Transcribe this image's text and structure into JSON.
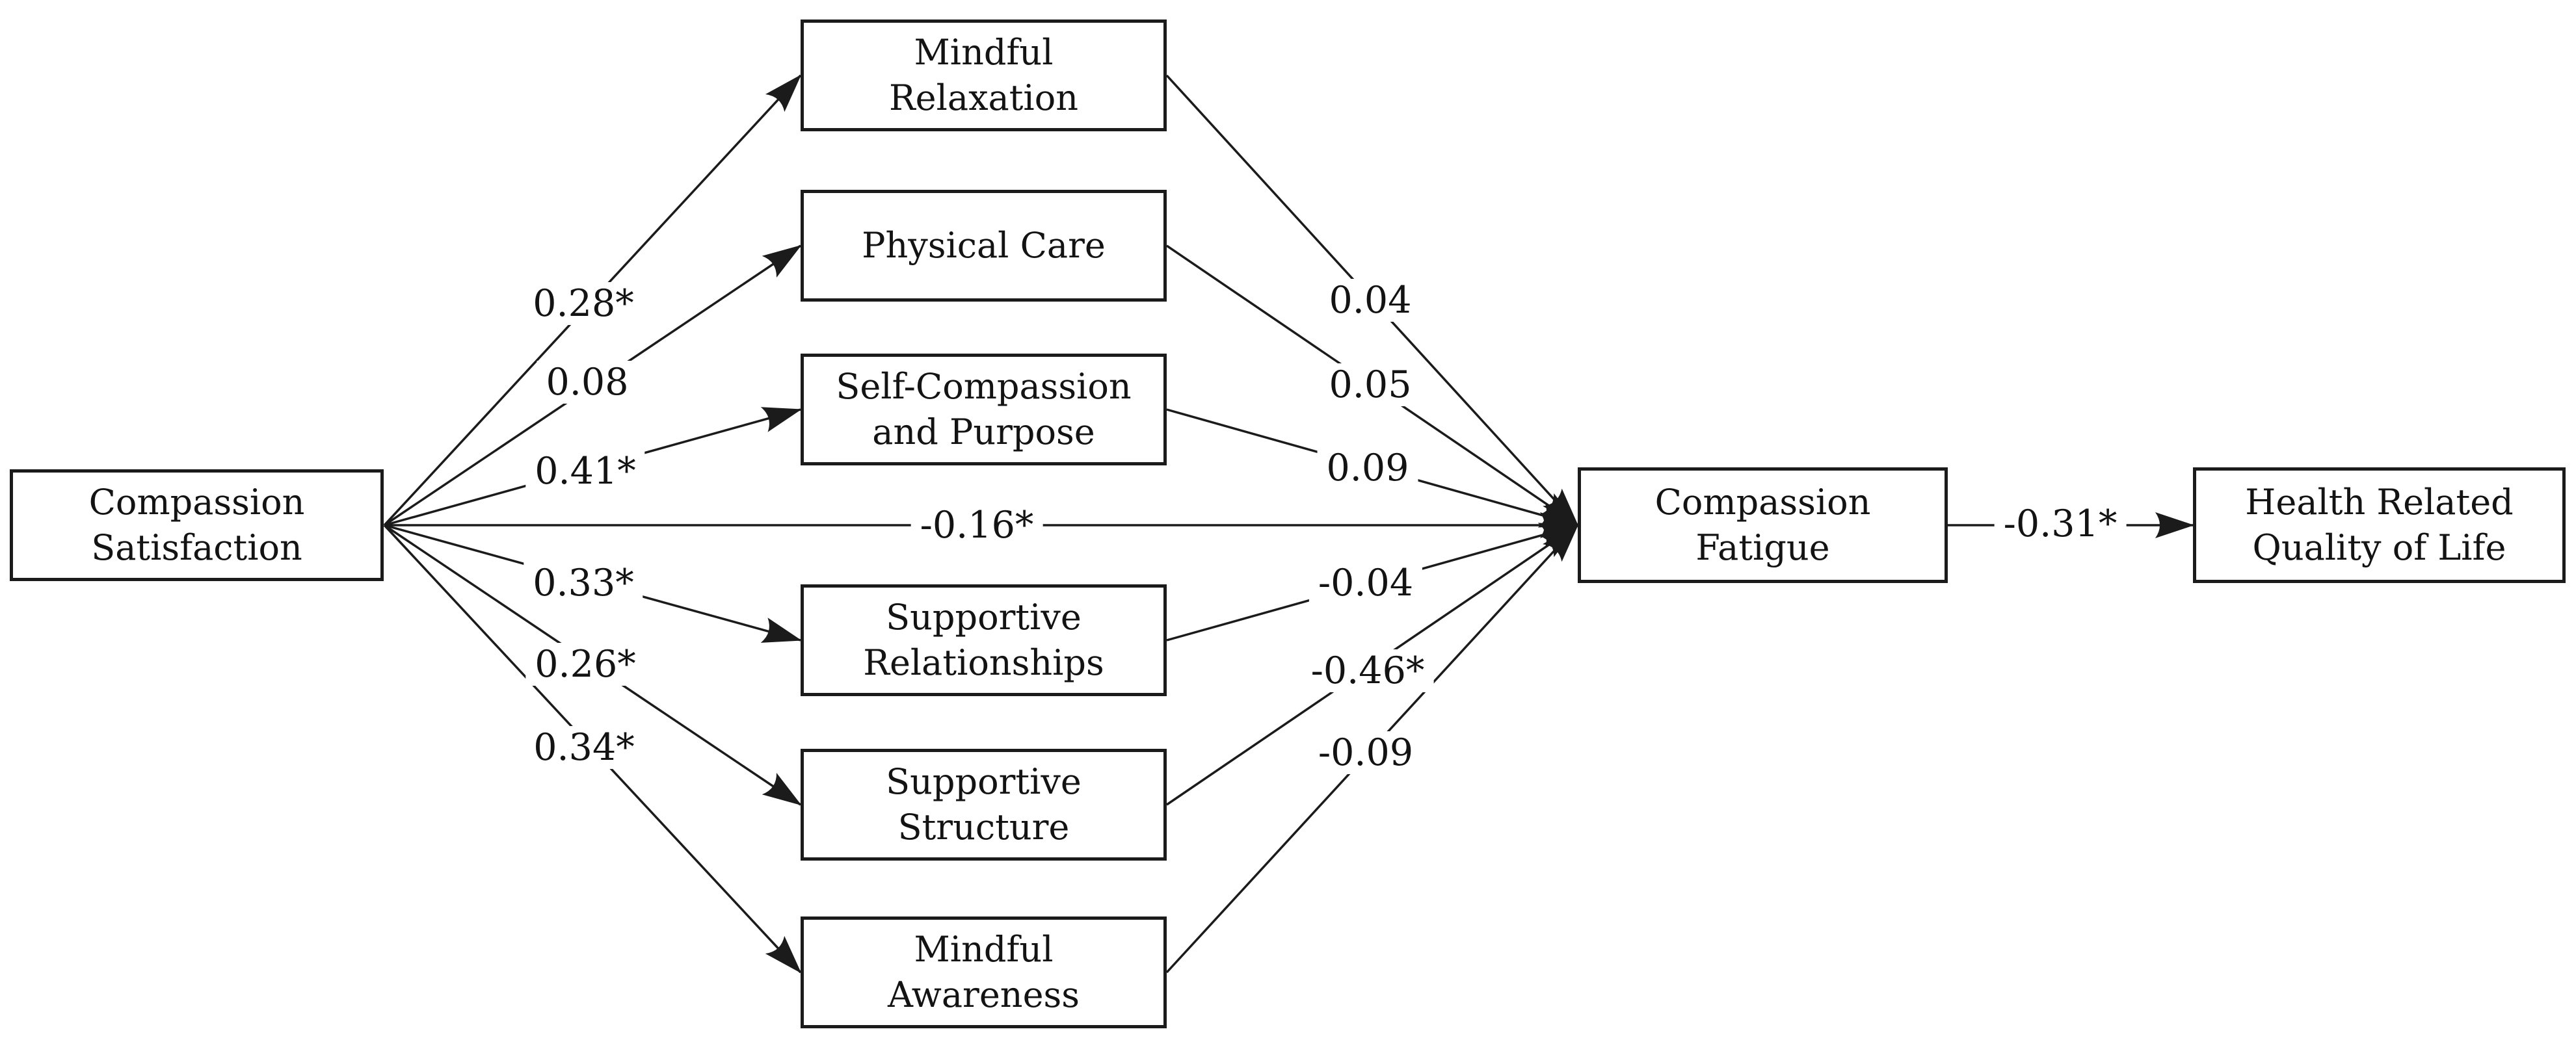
{
  "figure": {
    "type": "path-analysis-diagram",
    "nodes": {
      "compassion_satisfaction": "Compassion\nSatisfaction",
      "mediators": [
        "Mindful\nRelaxation",
        "Physical Care",
        "Self-Compassion\nand Purpose",
        "Supportive\nRelationships",
        "Supportive\nStructure",
        "Mindful\nAwareness"
      ],
      "compassion_fatigue": "Compassion\nFatigue",
      "health_related_qol": "Health Related\nQuality of Life"
    },
    "coefficients": {
      "cs_to_mediators": [
        "0.28*",
        "0.08",
        "0.41*",
        "0.33*",
        "0.26*",
        "0.34*"
      ],
      "mediators_to_cf": [
        "0.04",
        "0.05",
        "0.09",
        "-0.04",
        "-0.46*",
        "-0.09"
      ],
      "cs_to_cf_direct": "-0.16*",
      "cf_to_hrqol": "-0.31*"
    },
    "colors": {
      "line": "#1b1b1b",
      "text": "#131313",
      "background": "#ffffff"
    }
  }
}
